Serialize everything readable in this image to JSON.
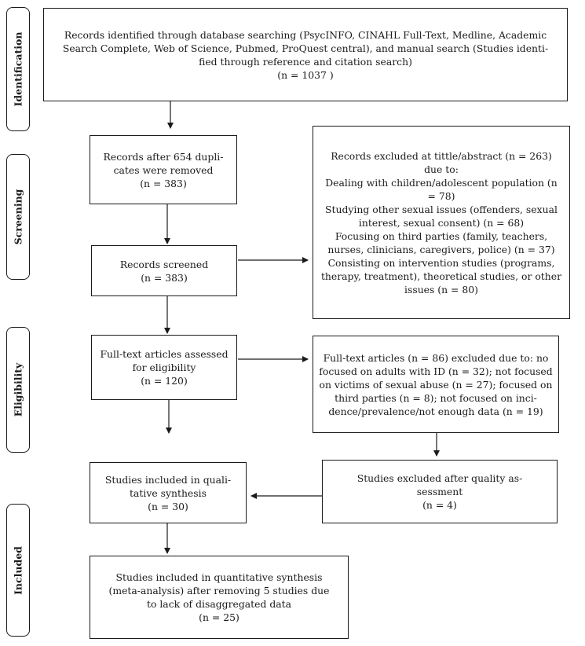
{
  "phases": [
    "Identification",
    "Screening",
    "Eligibility",
    "Included"
  ],
  "boxes": {
    "identified": {
      "lines": [
        "Records identified through database searching (PsycINFO, CINAHL Full-Text, Medline, Academic",
        "Search Complete, Web of Science, Pubmed, ProQuest central), and manual search (Studies identi-",
        "fied through reference and citation search)",
        "(n = 1037 )"
      ]
    },
    "duplicates": {
      "lines": [
        "Records after 654 dupli-",
        "cates were removed",
        "(n = 383)"
      ]
    },
    "screened": {
      "lines": [
        "Records screened",
        "(n = 383)"
      ]
    },
    "excluded_title": {
      "lines": [
        "Records excluded at tittle/abstract (n = 263)",
        "due to:",
        "Dealing with children/adolescent population (n",
        "= 78)",
        "Studying other sexual issues (offenders, sexual",
        "interest, sexual consent) (n = 68)",
        "Focusing on third parties (family, teachers,",
        "nurses, clinicians, caregivers, police) (n = 37)",
        "Consisting on intervention studies (programs,",
        "therapy, treatment), theoretical studies, or other",
        "issues (n = 80)"
      ]
    },
    "fulltext": {
      "lines": [
        "Full-text articles assessed",
        "for eligibility",
        "(n = 120)"
      ]
    },
    "fulltext_excluded": {
      "lines": [
        "Full-text articles (n = 86) excluded due to: no",
        "focused on adults with ID (n = 32); not focused",
        "on victims of sexual abuse (n = 27); focused on",
        "third parties (n = 8); not focused on inci-",
        "dence/prevalence/not enough data (n = 19)"
      ]
    },
    "qualitative": {
      "lines": [
        "Studies included in quali-",
        "tative synthesis",
        "(n = 30)"
      ]
    },
    "quality_excluded": {
      "lines": [
        "Studies excluded after quality as-",
        "sessment",
        "(n = 4)"
      ]
    },
    "quantitative": {
      "lines": [
        "Studies included in quantitative synthesis",
        "(meta-analysis) after removing 5 studies due",
        "to lack of disaggregated data",
        "(n = 25)"
      ]
    }
  }
}
